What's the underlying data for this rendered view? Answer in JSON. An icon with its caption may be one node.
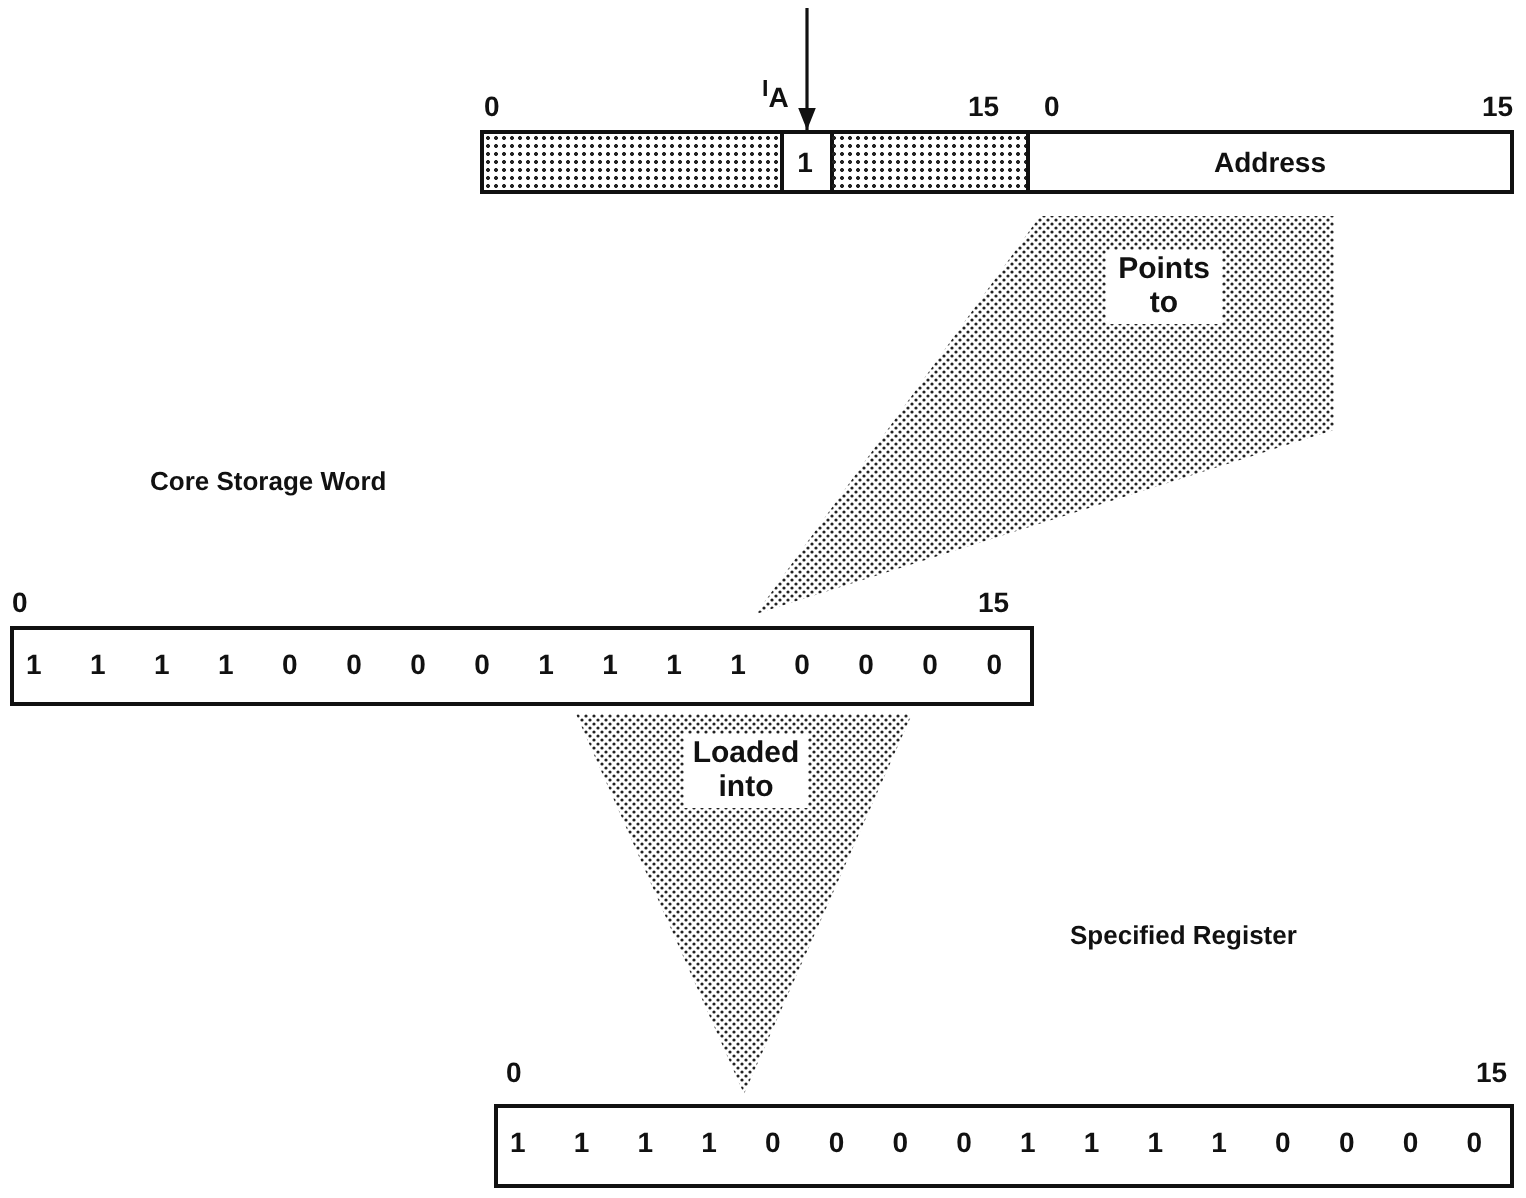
{
  "diagram": {
    "nodes": [
      {
        "text": [],
        "shape": "box"
      },
      {
        "text": [
          "1"
        ]
      },
      {
        "text": [],
        "shape": "box"
      },
      {
        "text": [
          "Address"
        ]
      },
      {
        "text": [
          "Points to"
        ]
      },
      {
        "text": [
          "1 1 1 1 0 0 0 0 1 1 1 1 0 0 0 0"
        ]
      },
      {
        "text": [
          "Loaded into"
        ]
      },
      {
        "text": [
          "1 1 1 1 0 0 0 0 1 1 1 1 0 0 0 0"
        ]
      }
    ],
    "edges": [
      {
        "from": null,
        "to": 1,
        "arrow": "to"
      }
    ],
    "labels": [
      "0",
      "$^{I}$A",
      "15",
      "0",
      "15",
      "Core Storage Word",
      "0",
      "15",
      "Specified Register",
      "0",
      "15"
    ]
  }
}
